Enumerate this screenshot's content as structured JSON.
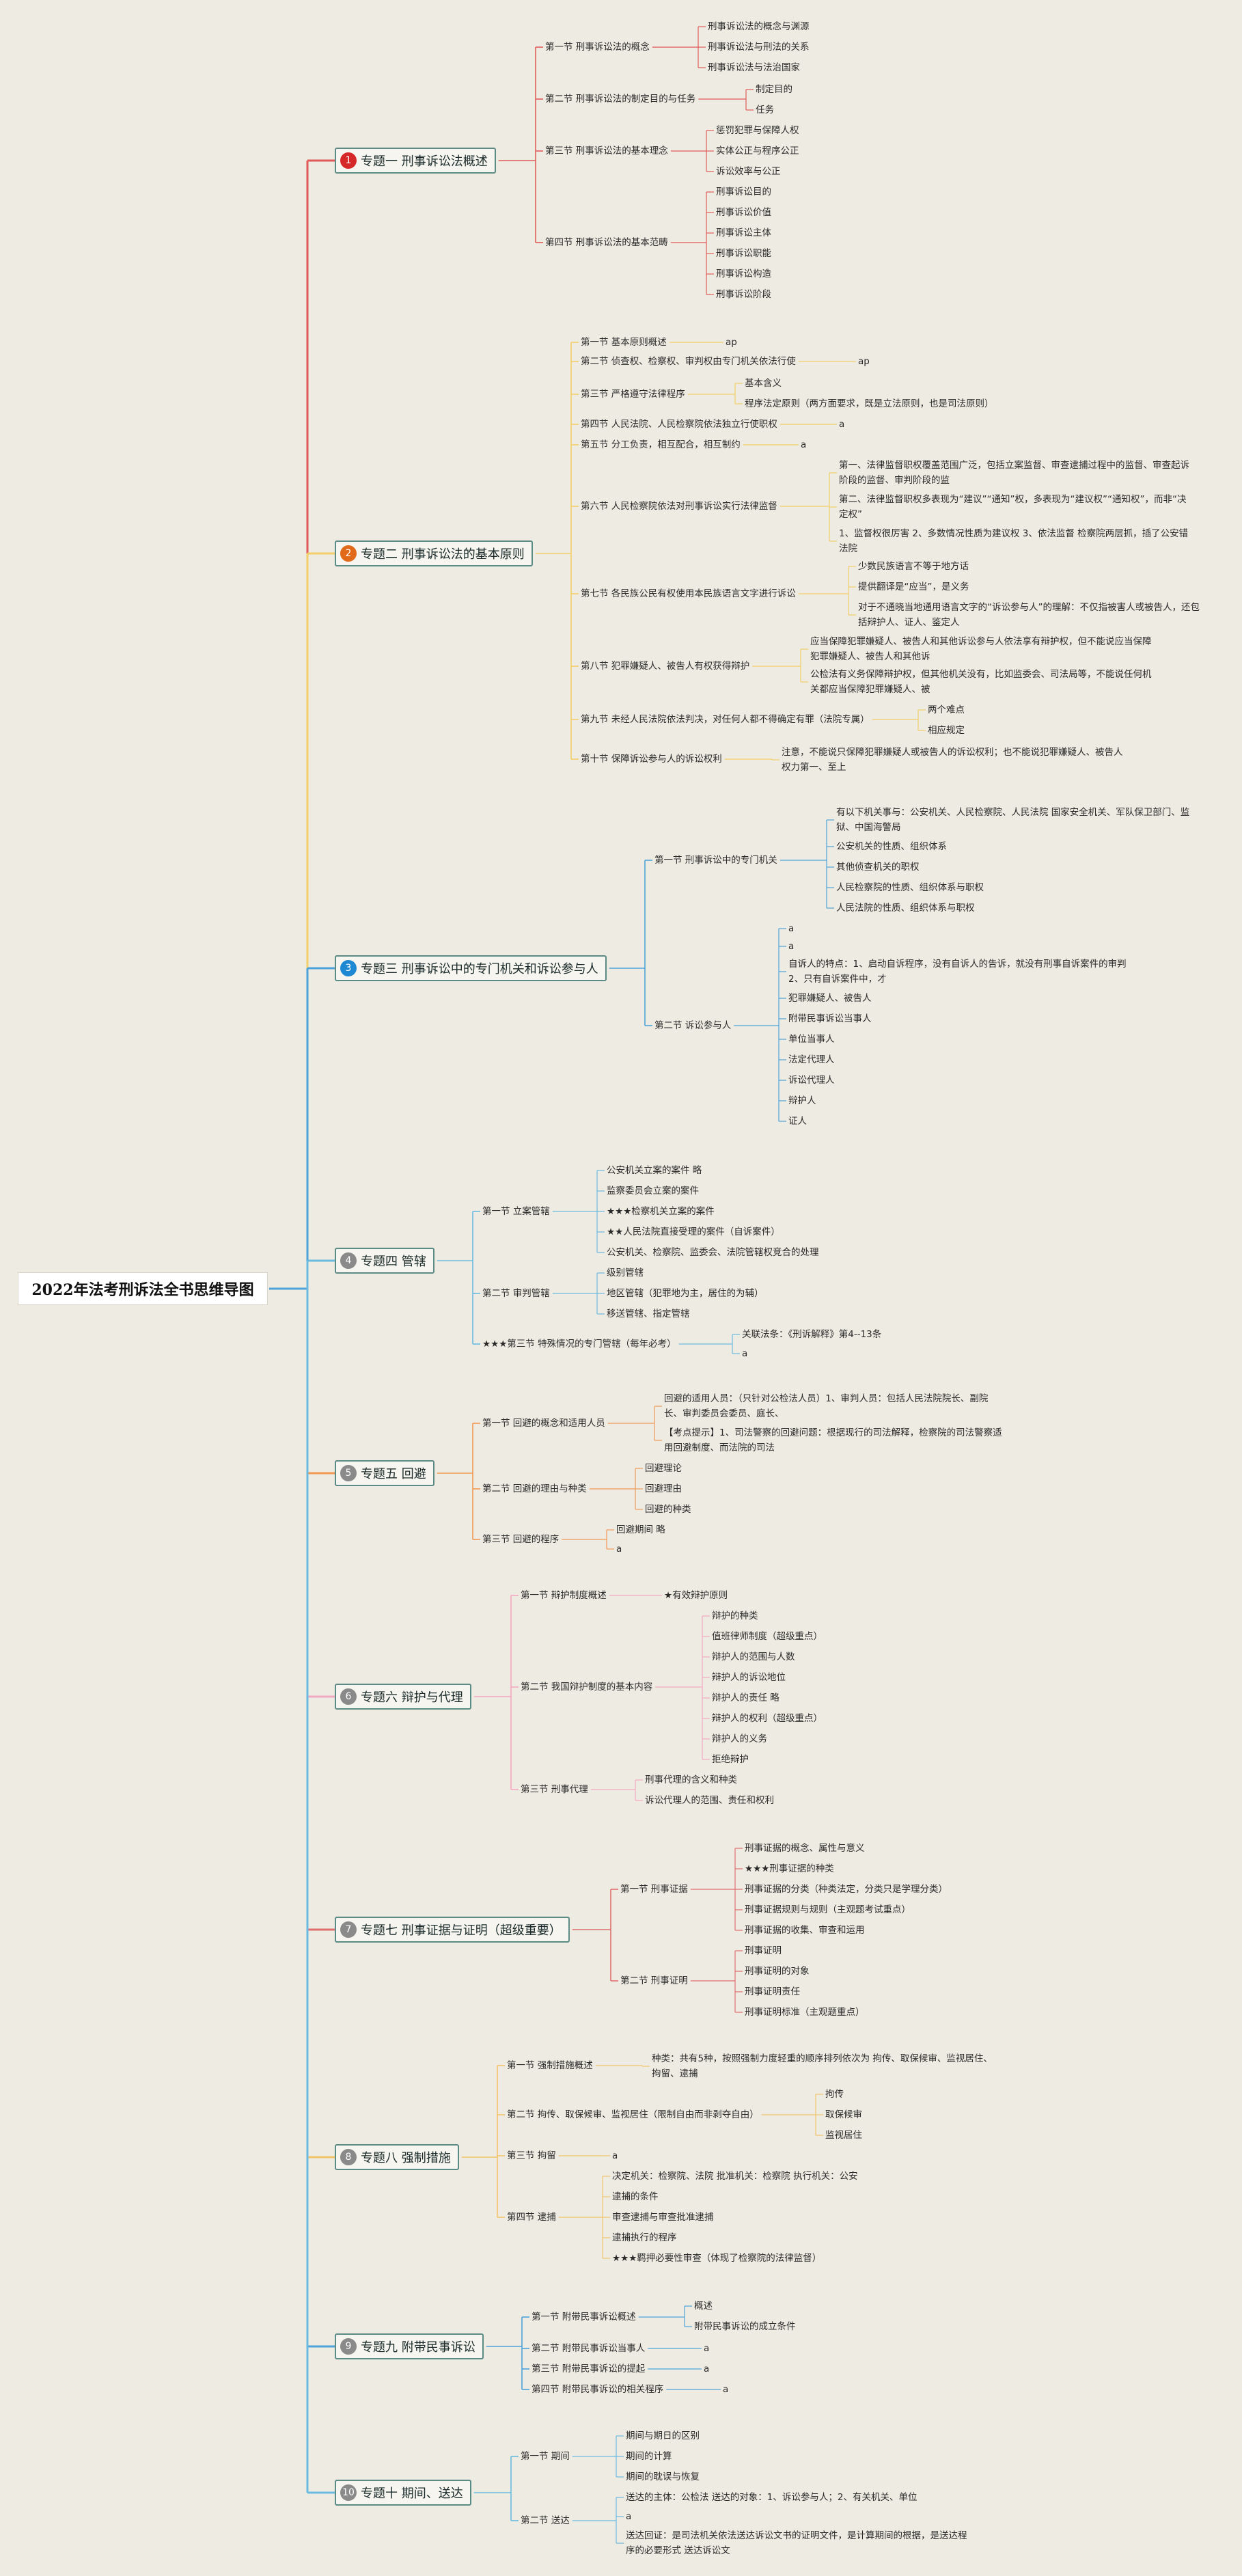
{
  "root": "2022年法考刑诉法全书思维导图",
  "t1": {
    "num": "1",
    "label": "专题一 刑事诉讼法概述",
    "s1": "第一节 刑事诉讼法的概念",
    "s1_items": [
      "刑事诉讼法的概念与渊源",
      "刑事诉讼法与刑法的关系",
      "刑事诉讼法与法治国家"
    ],
    "s2": "第二节 刑事诉讼法的制定目的与任务",
    "s2_items": [
      "制定目的",
      "任务"
    ],
    "s3": "第三节 刑事诉讼法的基本理念",
    "s3_items": [
      "惩罚犯罪与保障人权",
      "实体公正与程序公正",
      "诉讼效率与公正"
    ],
    "s4": "第四节 刑事诉讼法的基本范畴",
    "s4_items": [
      "刑事诉讼目的",
      "刑事诉讼价值",
      "刑事诉讼主体",
      "刑事诉讼职能",
      "刑事诉讼构造",
      "刑事诉讼阶段"
    ]
  },
  "t2": {
    "num": "2",
    "label": "专题二 刑事诉讼法的基本原则",
    "s1": "第一节 基本原则概述",
    "s1_n": "ap",
    "s2": "第二节 侦查权、检察权、审判权由专门机关依法行使",
    "s2_n": "ap",
    "s3": "第三节 严格遵守法律程序",
    "s3_items": [
      "基本含义",
      "程序法定原则（两方面要求，既是立法原则，也是司法原则）"
    ],
    "s4": "第四节 人民法院、人民检察院依法独立行使职权",
    "s4_n": "a",
    "s5": "第五节 分工负责，相互配合，相互制约",
    "s5_n": "a",
    "s6": "第六节 人民检察院依法对刑事诉讼实行法律监督",
    "s6_items": [
      "第一、法律监督职权覆盖范围广泛，包括立案监督、审查逮捕过程中的监督、审查起诉阶段的监督、审判阶段的监",
      "第二、法律监督职权多表现为“建议”“通知”权，多表现为“建议权”“通知权”，而非“决定权”",
      "1、监督权很厉害 2、多数情况性质为建议权 3、依法监督 检察院两层抓，插了公安错法院"
    ],
    "s7": "第七节 各民族公民有权使用本民族语言文字进行诉讼",
    "s7_items": [
      "少数民族语言不等于地方话",
      "提供翻译是“应当”，是义务",
      "对于不通晓当地通用语言文字的“诉讼参与人”的理解：不仅指被害人或被告人，还包括辩护人、证人、鉴定人"
    ],
    "s8": "第八节 犯罪嫌疑人、被告人有权获得辩护",
    "s8_items": [
      "应当保障犯罪嫌疑人、被告人和其他诉讼参与人依法享有辩护权，但不能说应当保障犯罪嫌疑人、被告人和其他诉",
      "公检法有义务保障辩护权，但其他机关没有，比如监委会、司法局等，不能说任何机关都应当保障犯罪嫌疑人、被"
    ],
    "s9": "第九节 未经人民法院依法判决，对任何人都不得确定有罪（法院专属）",
    "s9_items": [
      "两个难点",
      "相应规定"
    ],
    "s10": "第十节 保障诉讼参与人的诉讼权利",
    "s10_n": "注意，不能说只保障犯罪嫌疑人或被告人的诉讼权利；也不能说犯罪嫌疑人、被告人权力第一、至上"
  },
  "t3": {
    "num": "3",
    "label": "专题三 刑事诉讼中的专门机关和诉讼参与人",
    "s1": "第一节 刑事诉讼中的专门机关",
    "s1_items": [
      "有以下机关事与：公安机关、人民检察院、人民法院 国家安全机关、军队保卫部门、监狱、中国海警局",
      "公安机关的性质、组织体系",
      "其他侦查机关的职权",
      "人民检察院的性质、组织体系与职权",
      "人民法院的性质、组织体系与职权"
    ],
    "s2": "第二节 诉讼参与人",
    "s2_items": [
      "a",
      "a",
      "自诉人的特点：1、启动自诉程序，没有自诉人的告诉，就没有刑事自诉案件的审判 2、只有自诉案件中，才",
      "犯罪嫌疑人、被告人",
      "附带民事诉讼当事人",
      "单位当事人",
      "法定代理人",
      "诉讼代理人",
      "辩护人",
      "证人"
    ]
  },
  "t4": {
    "num": "4",
    "label": "专题四 管辖",
    "s1": "第一节 立案管辖",
    "s1_items": [
      "公安机关立案的案件 略",
      "监察委员会立案的案件",
      "★★★检察机关立案的案件",
      "★★人民法院直接受理的案件（自诉案件）",
      "公安机关、检察院、监委会、法院管辖权竞合的处理"
    ],
    "s2": "第二节 审判管辖",
    "s2_items": [
      "级别管辖",
      "地区管辖（犯罪地为主，居住的为辅）",
      "移送管辖、指定管辖"
    ],
    "s3": "★★★第三节 特殊情况的专门管辖（每年必考）",
    "s3_items": [
      "关联法条：《刑诉解释》第4--13条",
      "a"
    ]
  },
  "t5": {
    "num": "5",
    "label": "专题五 回避",
    "s1": "第一节 回避的概念和适用人员",
    "s1_items": [
      "回避的适用人员：（只针对公检法人员）1、审判人员：包括人民法院院长、副院长、审判委员会委员、庭长、",
      "【考点提示】1、司法警察的回避问题：根据现行的司法解释，检察院的司法警察适用回避制度、而法院的司法"
    ],
    "s2": "第二节 回避的理由与种类",
    "s2_items": [
      "回避理论",
      "回避理由",
      "回避的种类"
    ],
    "s3": "第三节 回避的程序",
    "s3_items": [
      "回避期间 略",
      "a"
    ]
  },
  "t6": {
    "num": "6",
    "label": "专题六 辩护与代理",
    "s1": "第一节 辩护制度概述",
    "s1_n": "★有效辩护原则",
    "s2": "第二节 我国辩护制度的基本内容",
    "s2_items": [
      "辩护的种类",
      "值班律师制度（超级重点）",
      "辩护人的范围与人数",
      "辩护人的诉讼地位",
      "辩护人的责任 略",
      "辩护人的权利（超级重点）",
      "辩护人的义务",
      "拒绝辩护"
    ],
    "s3": "第三节 刑事代理",
    "s3_items": [
      "刑事代理的含义和种类",
      "诉讼代理人的范围、责任和权利"
    ]
  },
  "t7": {
    "num": "7",
    "label": "专题七 刑事证据与证明（超级重要）",
    "s1": "第一节 刑事证据",
    "s1_items": [
      "刑事证据的概念、属性与意义",
      "★★★刑事证据的种类",
      "刑事证据的分类（种类法定，分类只是学理分类）",
      "刑事证据规则与规则（主观题考试重点）",
      "刑事证据的收集、审查和运用"
    ],
    "s2": "第二节 刑事证明",
    "s2_items": [
      "刑事证明",
      "刑事证明的对象",
      "刑事证明责任",
      "刑事证明标准（主观题重点）"
    ]
  },
  "t8": {
    "num": "8",
    "label": "专题八 强制措施",
    "s1": "第一节 强制措施概述",
    "s1_n": "种类：共有5种，按照强制力度轻重的顺序排列依次为 拘传、取保候审、监视居住、拘留、逮捕",
    "s2": "第二节 拘传、取保候审、监视居住（限制自由而非剥夺自由）",
    "s2_items": [
      "拘传",
      "取保候审",
      "监视居住"
    ],
    "s3": "第三节 拘留",
    "s3_n": "a",
    "s4": "第四节 逮捕",
    "s4_items": [
      "决定机关：检察院、法院 批准机关：检察院 执行机关：公安",
      "逮捕的条件",
      "审查逮捕与审查批准逮捕",
      "逮捕执行的程序",
      "★★★羁押必要性审查（体现了检察院的法律监督）"
    ]
  },
  "t9": {
    "num": "9",
    "label": "专题九 附带民事诉讼",
    "s1": "第一节 附带民事诉讼概述",
    "s1_items": [
      "概述",
      "附带民事诉讼的成立条件"
    ],
    "s2": "第二节 附带民事诉讼当事人",
    "s2_n": "a",
    "s3": "第三节 附带民事诉讼的提起",
    "s3_n": "a",
    "s4": "第四节 附带民事诉讼的相关程序",
    "s4_n": "a"
  },
  "t10": {
    "num": "10",
    "label": "专题十 期间、送达",
    "s1": "第一节 期间",
    "s1_items": [
      "期间与期日的区别",
      "期间的计算",
      "期间的耽误与恢复"
    ],
    "s2": "第二节 送达",
    "s2_items": [
      "送达的主体：公检法 送达的对象：1、诉讼参与人；2、有关机关、单位",
      "a",
      "送达回证：是司法机关依法送达诉讼文书的证明文件，是计算期间的根据，是送达程序的必要形式 送达诉讼文"
    ]
  },
  "colors": {
    "t1": "#e05a5a",
    "t2": "#f2cf6a",
    "t3": "#4da3d9",
    "t4": "#6bbbe0",
    "t5": "#f09a55",
    "t6": "#f3a8c2",
    "t7": "#e07070",
    "t8": "#f2c46a",
    "t9": "#4da3d9",
    "t10": "#6bbbe0",
    "trunk": "#4da3d9"
  }
}
